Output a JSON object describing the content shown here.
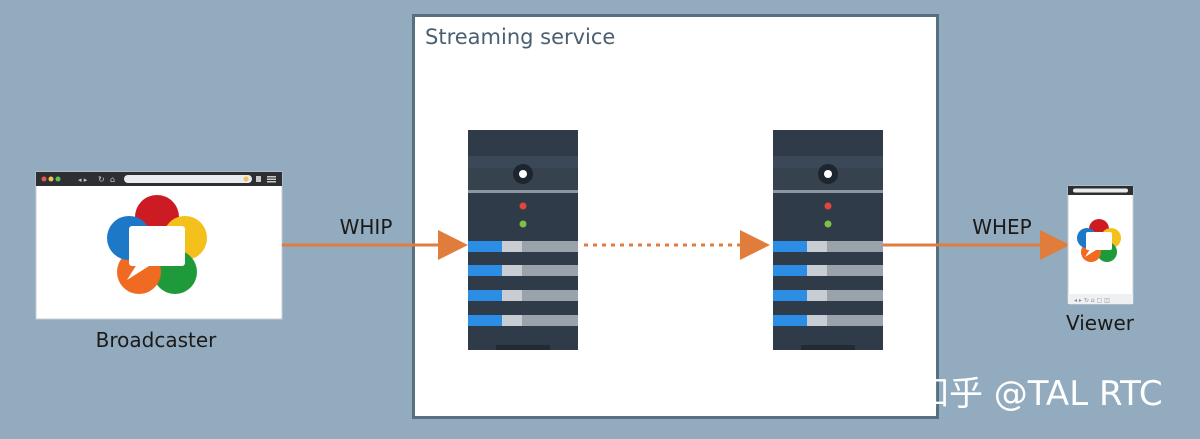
{
  "diagram": {
    "service_label": "Streaming service",
    "broadcaster_label": "Broadcaster",
    "viewer_label": "Viewer",
    "whip_label": "WHIP",
    "whep_label": "WHEP",
    "watermark": "知乎 @TAL RTC"
  },
  "colors": {
    "background": "#92abbf",
    "arrow": "#e07d3c",
    "server_body": "#2f3b48",
    "server_band": "#3e4c5c",
    "drive_blue": "#2b8de3",
    "drive_gray": "#aab4bd",
    "led_red": "#e2463a",
    "led_green": "#7ec043",
    "logo_red": "#cc1b22",
    "logo_yellow": "#f4c01c",
    "logo_green": "#1e9a3a",
    "logo_blue": "#1e78c8",
    "logo_orange": "#f06a21"
  }
}
